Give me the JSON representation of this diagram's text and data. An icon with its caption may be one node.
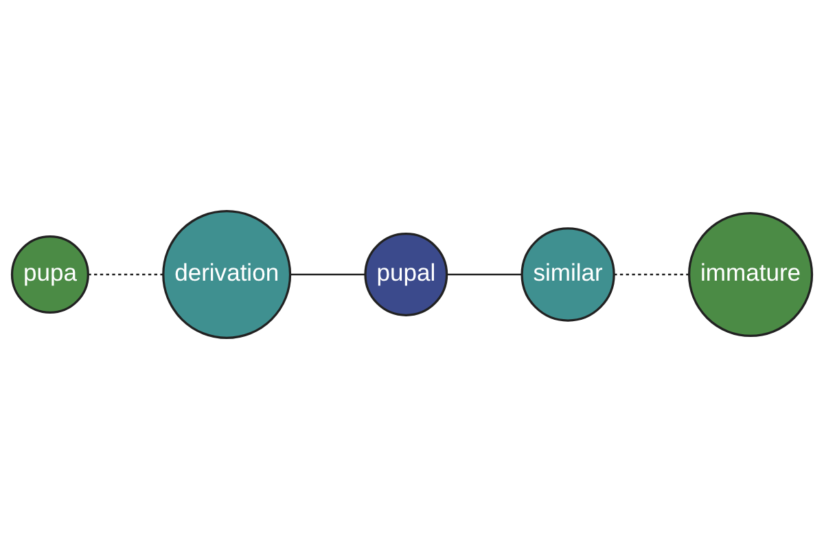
{
  "diagram": {
    "nodes": [
      {
        "text": [
          "immature"
        ]
      },
      {
        "text": [
          "similar"
        ]
      },
      {
        "text": [
          "pupal"
        ]
      },
      {
        "text": [
          "pupa"
        ]
      },
      {
        "text": [
          "derivation"
        ]
      }
    ],
    "edges": [
      {
        "from": 3,
        "to": 4,
        "arrow": "none",
        "style": "dashed"
      },
      {
        "from": 4,
        "to": 2,
        "arrow": "none"
      },
      {
        "from": 2,
        "to": 1,
        "arrow": "none"
      },
      {
        "from": 1,
        "to": 0,
        "arrow": "none",
        "style": "dashed"
      }
    ]
  }
}
